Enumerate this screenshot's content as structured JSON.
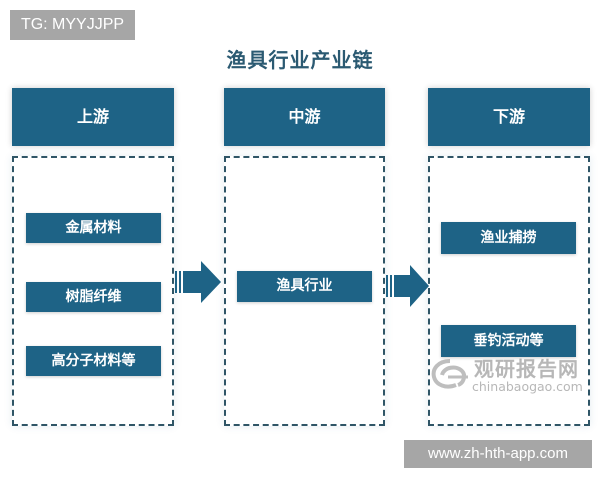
{
  "watermark_top": "TG: MYYJJPP",
  "title": "渔具行业产业链",
  "stages": [
    {
      "header": "上游",
      "items": [
        "金属材料",
        "树脂纤维",
        "高分子材料等"
      ]
    },
    {
      "header": "中游",
      "items": [
        "渔具行业"
      ]
    },
    {
      "header": "下游",
      "items": [
        "渔业捕捞",
        "垂钓活动等"
      ]
    }
  ],
  "arrows": [
    "arrow-right",
    "arrow-right"
  ],
  "brand_watermark": {
    "name": "观研报告网",
    "url": "chinabaogao.com"
  },
  "watermark_bottom": "www.zh-hth-app.com",
  "colors": {
    "primary": "#1e6386",
    "title": "#2b5a72",
    "dash": "#2f5566",
    "badge": "#a6a6a6"
  }
}
